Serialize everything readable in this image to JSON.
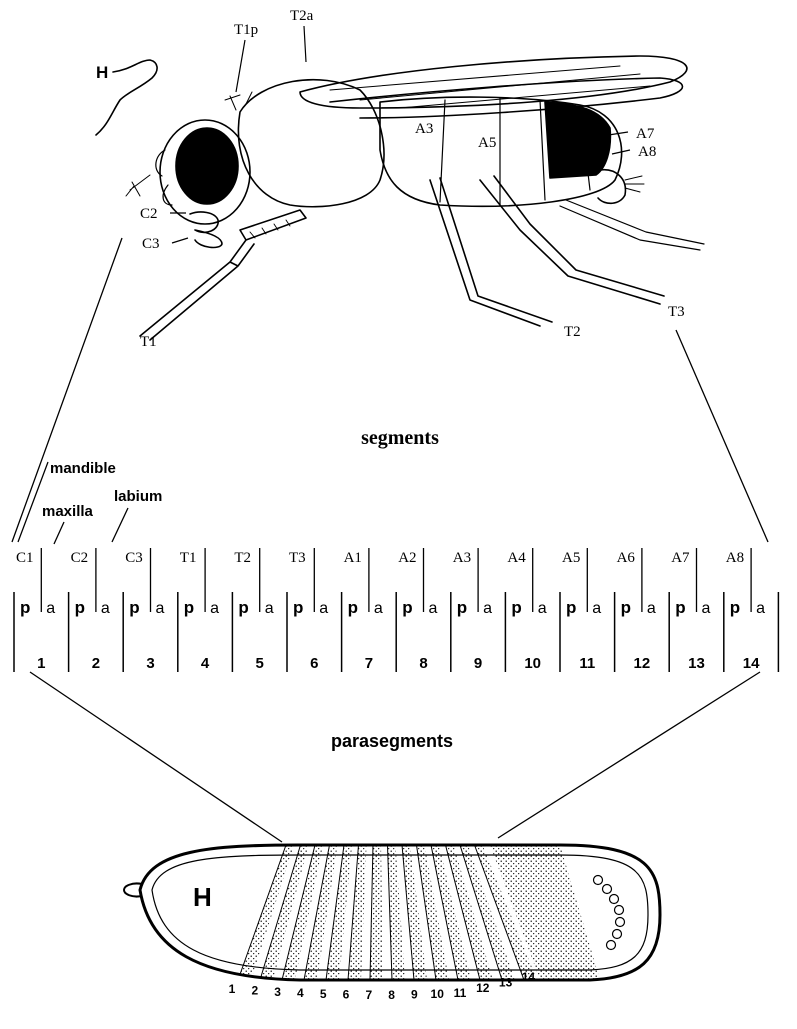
{
  "fly": {
    "labels": {
      "head": "H",
      "t1p": "T1p",
      "t2a": "T2a",
      "a3": "A3",
      "a5": "A5",
      "a7": "A7",
      "a8": "A8",
      "c2": "C2",
      "c3": "C3",
      "t1": "T1",
      "t2": "T2",
      "t3": "T3"
    }
  },
  "segments": {
    "title": "segments",
    "mouthparts": [
      "mandible",
      "maxilla",
      "labium"
    ],
    "labels": [
      "C1",
      "C2",
      "C3",
      "T1",
      "T2",
      "T3",
      "A1",
      "A2",
      "A3",
      "A4",
      "A5",
      "A6",
      "A7",
      "A8"
    ]
  },
  "compartments": {
    "posterior_label": "p",
    "anterior_label": "a"
  },
  "parasegments": {
    "title": "parasegments",
    "numbers": [
      "1",
      "2",
      "3",
      "4",
      "5",
      "6",
      "7",
      "8",
      "9",
      "10",
      "11",
      "12",
      "13",
      "14"
    ]
  },
  "embryo": {
    "head_label": "H",
    "stripe_numbers": [
      "1",
      "2",
      "3",
      "4",
      "5",
      "6",
      "7",
      "8",
      "9",
      "10",
      "11",
      "12",
      "13",
      "14"
    ]
  }
}
